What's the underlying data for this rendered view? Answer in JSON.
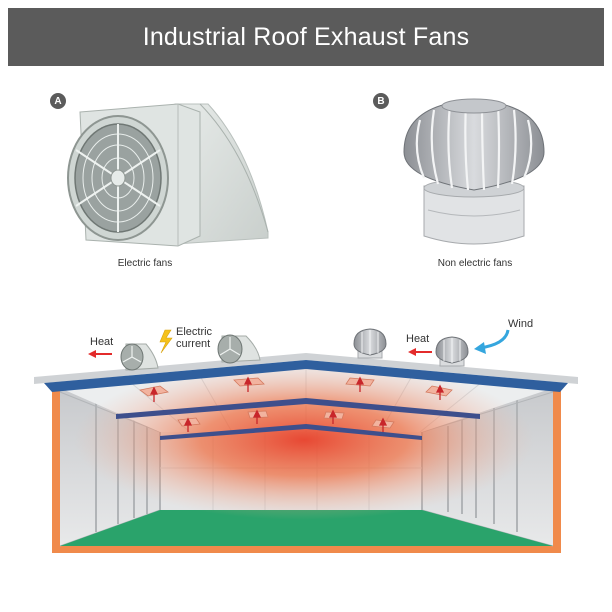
{
  "title": "Industrial Roof Exhaust Fans",
  "panel_a": {
    "badge": "A",
    "caption": "Electric fans"
  },
  "panel_b": {
    "badge": "B",
    "caption": "Non electric fans"
  },
  "building": {
    "heat_left": "Heat",
    "electric_line1": "Electric",
    "electric_line2": "current",
    "heat_right": "Heat",
    "wind": "Wind"
  },
  "colors": {
    "title_bg": "#5b5b5b",
    "roof": "#2f5f9e",
    "wall_outline": "#f08a4b",
    "floor": "#2aa36b",
    "heat_glow": "#e8402a",
    "arrow_red": "#e32b2b",
    "arrow_blue": "#35a6de",
    "lightning": "#f5c21b"
  }
}
